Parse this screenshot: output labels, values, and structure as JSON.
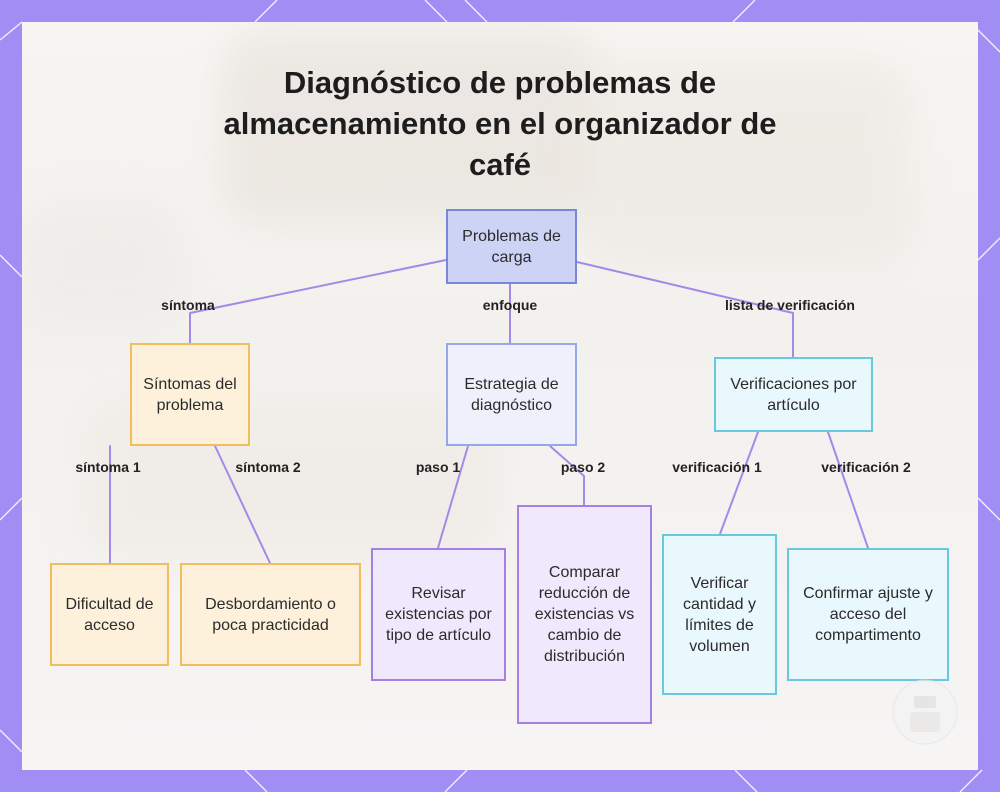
{
  "diagram": {
    "title_lines": [
      "Diagnóstico de problemas de",
      "almacenamiento en el organizador de",
      "café"
    ],
    "nodes": {
      "root": "Problemas de carga",
      "symptoms": "Síntomas del problema",
      "strategy": "Estrategia de diagnóstico",
      "checks": "Verificaciones por artículo",
      "access": "Dificultad de acceso",
      "overflow": "Desbordamiento o poca practicidad",
      "review_stock": "Revisar existencias por tipo de artículo",
      "compare": "Comparar reducción de existencias vs cambio de distribución",
      "verify_qty": "Verificar cantidad y límites de volumen",
      "confirm_fit": "Confirmar ajuste y acceso del compartimento"
    },
    "edge_labels": {
      "root_symptoms": "síntoma",
      "root_strategy": "enfoque",
      "root_checks": "lista de verificación",
      "symptoms_access": "síntoma 1",
      "symptoms_overflow": "síntoma 2",
      "strategy_review": "paso 1",
      "strategy_compare": "paso 2",
      "checks_qty": "verificación 1",
      "checks_fit": "verificación 2"
    },
    "colors": {
      "frame": "#a08ef5",
      "edge": "#a48ae6",
      "root": "#cdd3f5",
      "orange": "#f2bd5c",
      "blue": "#96a6e6",
      "cyan": "#69c7de",
      "purple": "#a77fe0"
    }
  }
}
